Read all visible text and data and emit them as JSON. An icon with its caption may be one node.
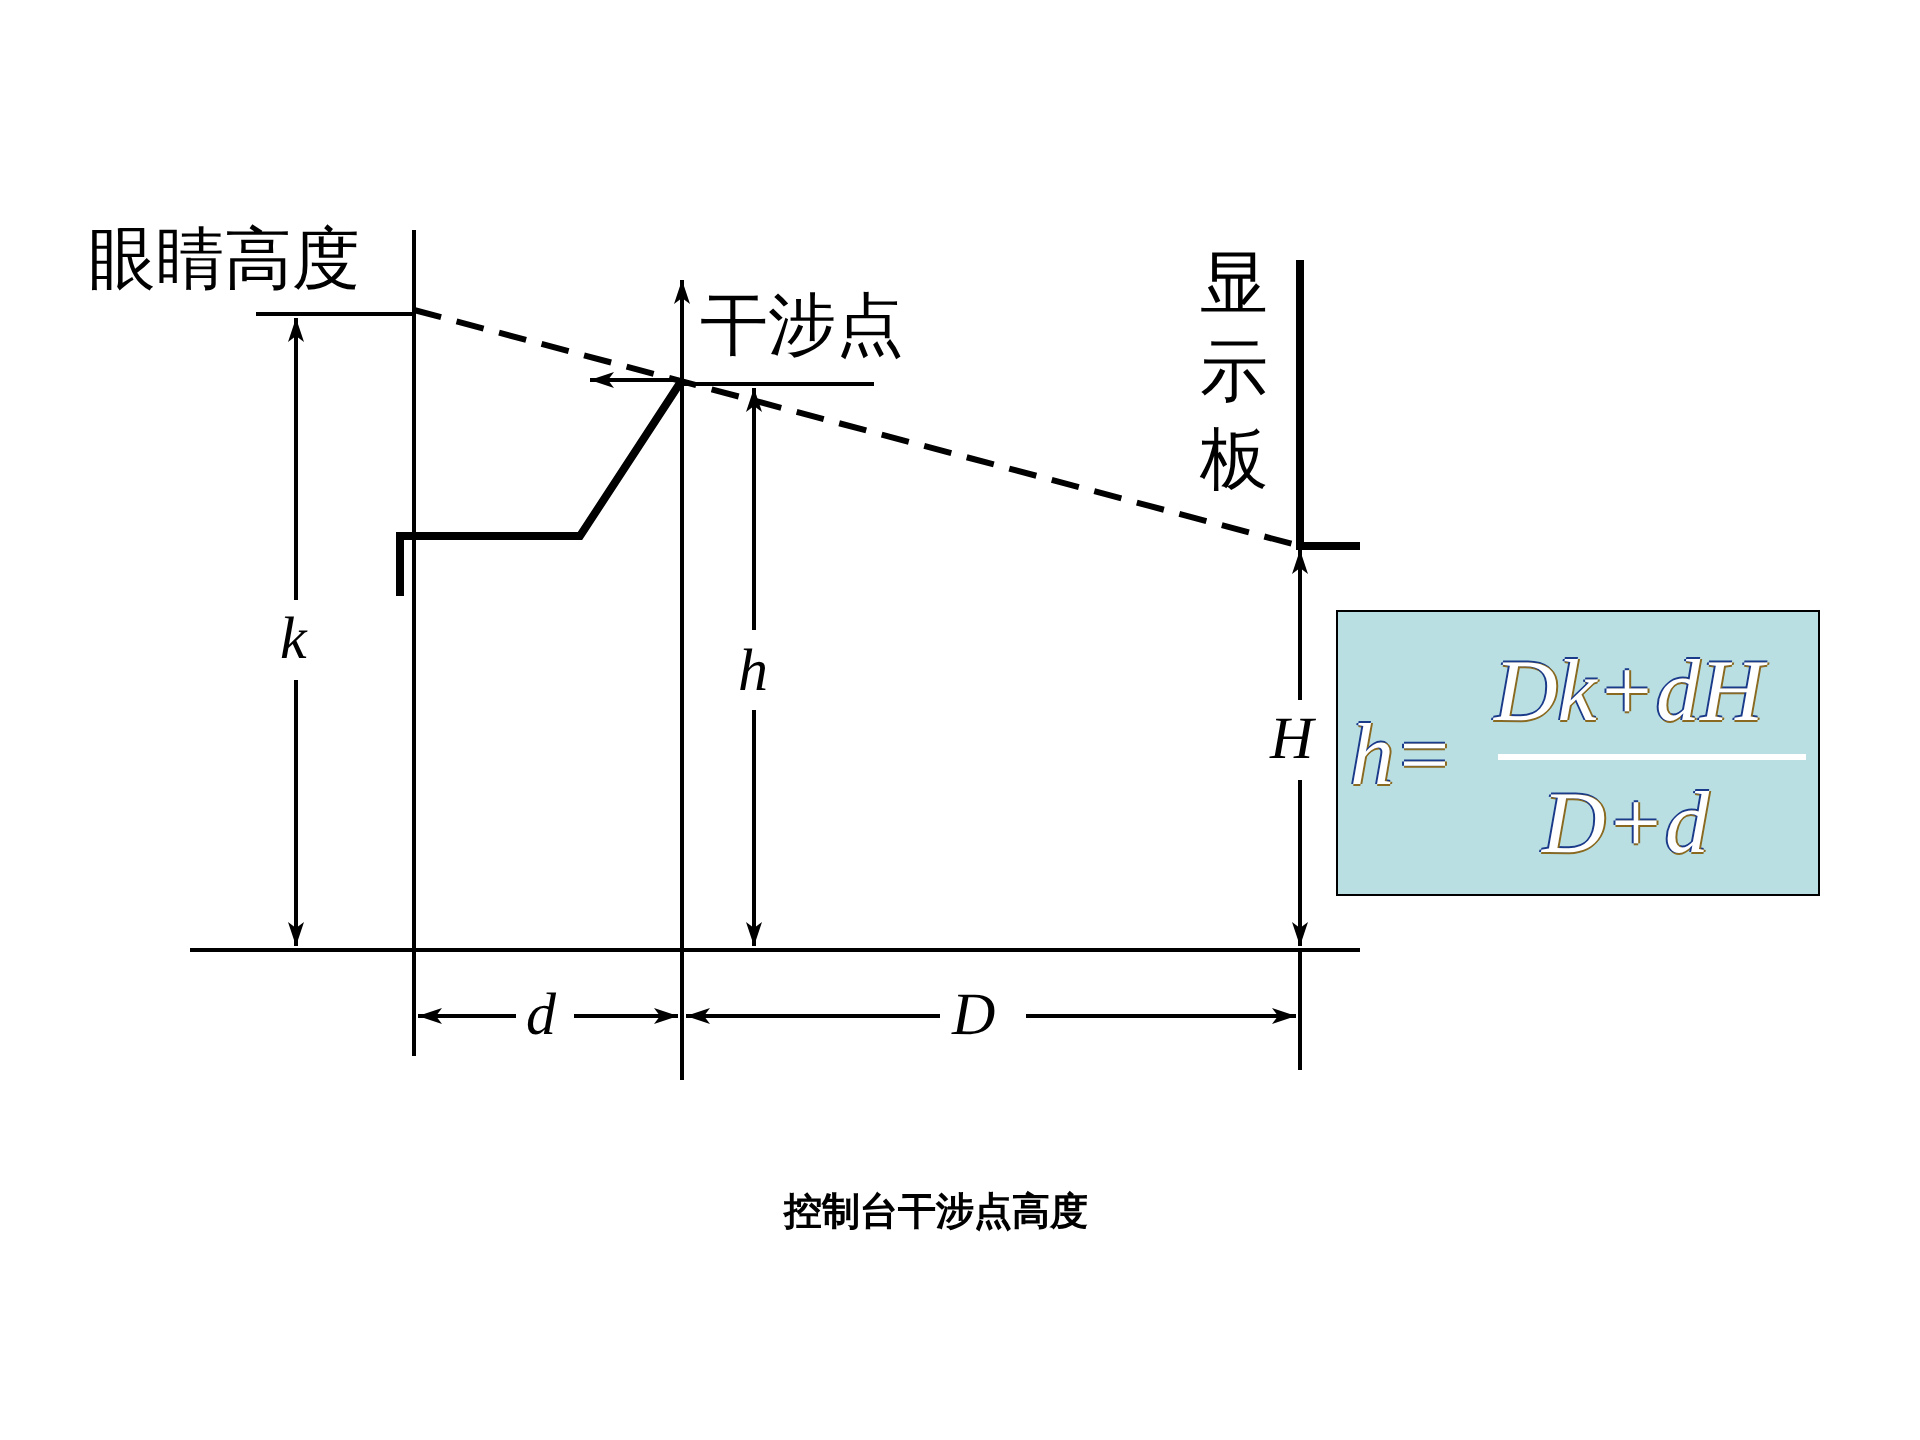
{
  "diagram": {
    "caption": "控制台干涉点高度",
    "nodes": [
      {
        "text": [
          "h=",
          "Dk+dH",
          "D+d"
        ]
      }
    ],
    "labels": [
      "眼睛高度",
      "干涉点",
      "显示板",
      "k",
      "h",
      "H",
      "d",
      "D"
    ]
  }
}
